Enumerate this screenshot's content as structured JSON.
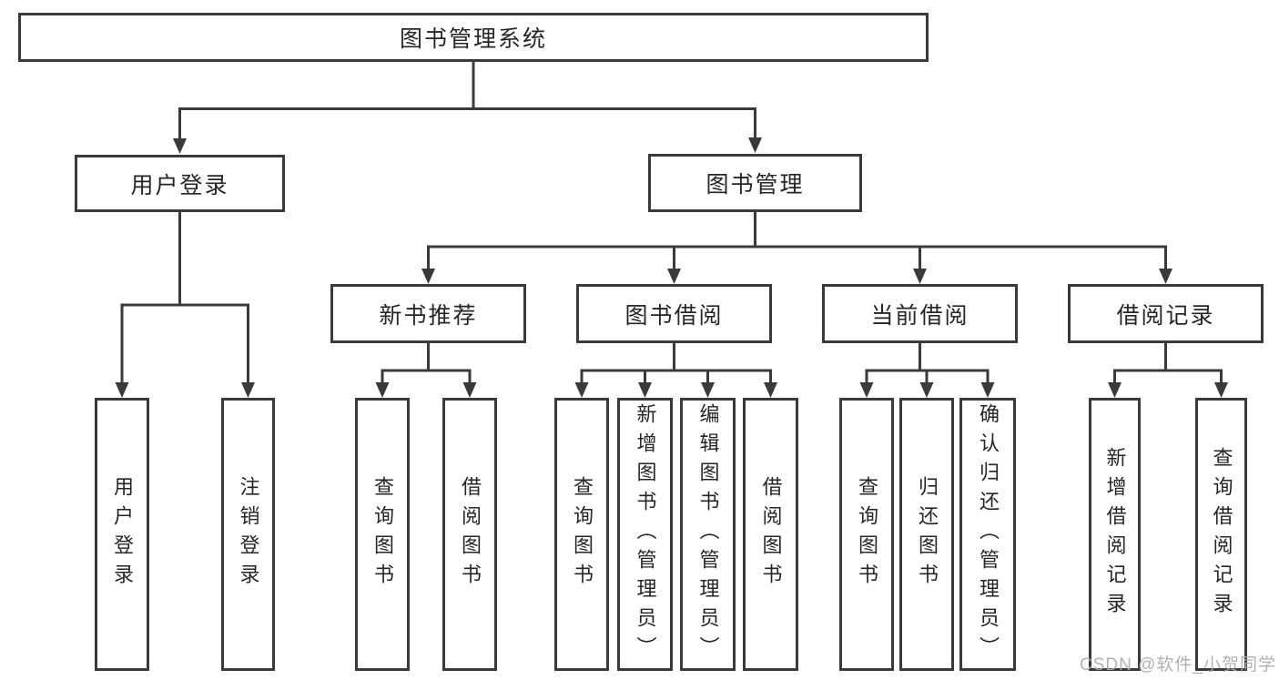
{
  "colors": {
    "line": "#3a3a3a",
    "text": "#262626",
    "background": "#ffffff",
    "watermark": "#ababab"
  },
  "watermark": {
    "text": "CSDN @软件_小贺同学"
  },
  "tree": {
    "root": {
      "label": "图书管理系统",
      "children": [
        {
          "label": "用户登录",
          "children": [
            {
              "label": "用户登录"
            },
            {
              "label": "注销登录"
            }
          ]
        },
        {
          "label": "图书管理",
          "children": [
            {
              "label": "新书推荐",
              "children": [
                {
                  "label": "查询图书"
                },
                {
                  "label": "借阅图书"
                }
              ]
            },
            {
              "label": "图书借阅",
              "children": [
                {
                  "label": "查询图书"
                },
                {
                  "label": "新增图书（管理员）"
                },
                {
                  "label": "编辑图书（管理员）"
                },
                {
                  "label": "借阅图书"
                }
              ]
            },
            {
              "label": "当前借阅",
              "children": [
                {
                  "label": "查询图书"
                },
                {
                  "label": "归还图书"
                },
                {
                  "label": "确认归还（管理员）"
                }
              ]
            },
            {
              "label": "借阅记录",
              "children": [
                {
                  "label": "新增借阅记录"
                },
                {
                  "label": "查询借阅记录"
                }
              ]
            }
          ]
        }
      ]
    }
  }
}
